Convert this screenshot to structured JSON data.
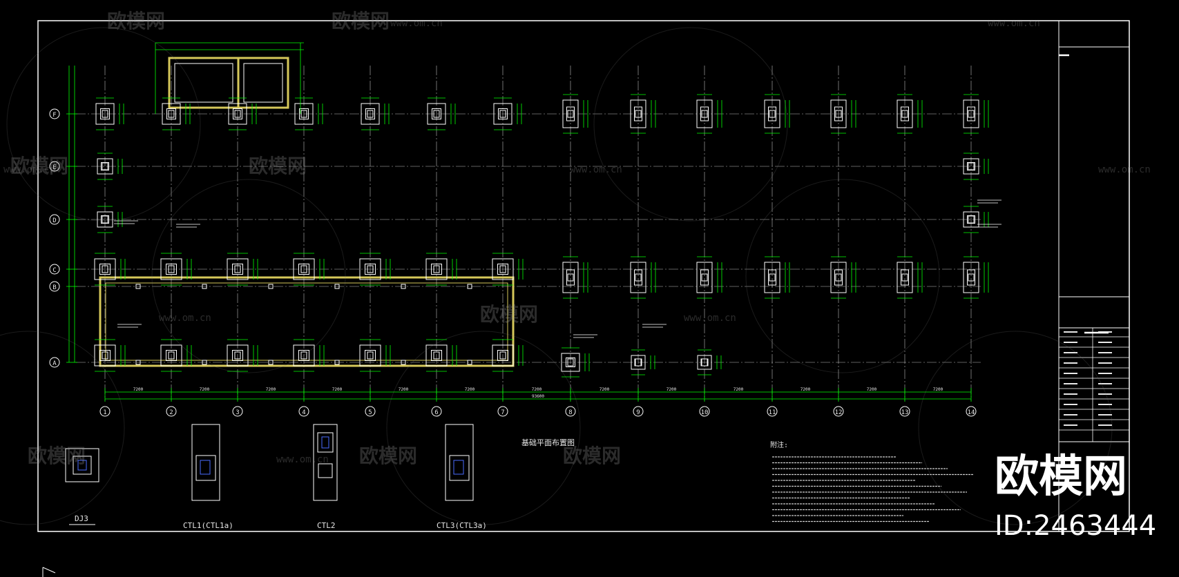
{
  "drawing": {
    "title": "基础平面布置图",
    "notes_heading": "附注:",
    "axes_bottom": [
      "1",
      "2",
      "3",
      "4",
      "5",
      "6",
      "7",
      "8",
      "9",
      "10",
      "11",
      "12",
      "13",
      "14"
    ],
    "axes_left": [
      "F",
      "E",
      "D",
      "C",
      "B",
      "A"
    ],
    "span_dims": [
      "7200",
      "7200",
      "7200",
      "7200",
      "7200",
      "7200",
      "7200",
      "7200",
      "7200",
      "7200",
      "7200",
      "7200",
      "7200"
    ],
    "total_dim": "93600",
    "details": [
      {
        "label": "DJ3"
      },
      {
        "label": "CTL1(CTL1a)"
      },
      {
        "label": "CTL2"
      },
      {
        "label": "CTL3(CTL3a)"
      }
    ]
  },
  "watermark": {
    "brand": "欧模网",
    "url": "www.om.cn",
    "big_brand": "欧模网",
    "id_text": "ID:2463444"
  },
  "colors": {
    "background": "#000000",
    "lines": "#ffffff",
    "dimensions": "#00ff00",
    "beams": "#d6c85a",
    "axis_dash": "#c0c0c0"
  }
}
